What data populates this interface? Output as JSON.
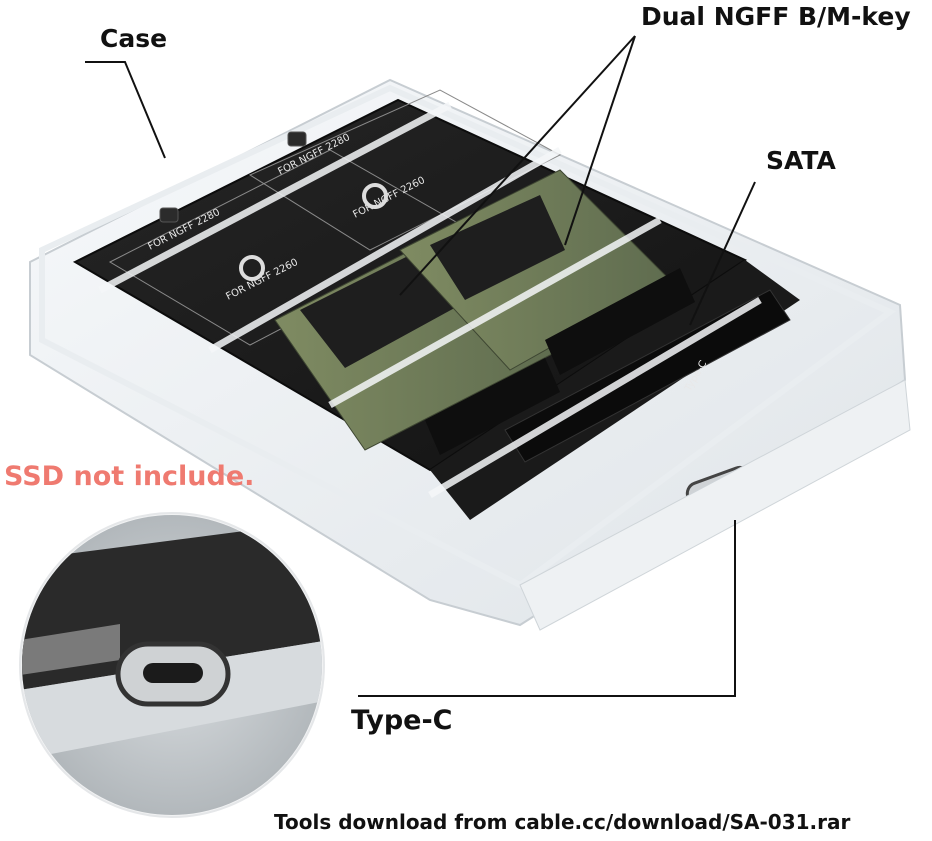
{
  "labels": {
    "case": "Case",
    "ngff": "Dual NGFF B/M-key",
    "sata": "SATA",
    "type_c": "Type-C",
    "notice": "SSD not include.",
    "tools": "Tools download from cable.cc/download/SA-031.rar"
  },
  "pcb": {
    "slot_a_long": "FOR NGFF 2280",
    "slot_a_short": "FOR NGFF 2260",
    "slot_b_long": "FOR NGFF 2280",
    "slot_b_short": "FOR NGFF 2260",
    "port_marking": "Type-C"
  },
  "colors": {
    "label_text": "#111111",
    "notice_text": "#ef7a70",
    "pcb": "#1c1c1c",
    "ssd_board": "#6f7d5a",
    "case_edge": "#d8dde2"
  }
}
